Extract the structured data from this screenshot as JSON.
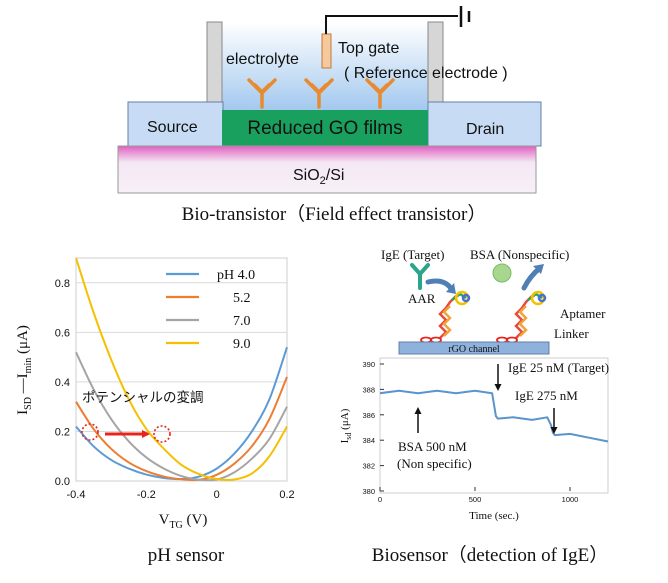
{
  "colors": {
    "electrolyte_top": "#ffffff",
    "electrolyte_bottom": "#9fc6ee",
    "channel": "#1aa05e",
    "electrode": "#c7dcf4",
    "substrate_edge": "#e060c0",
    "substrate": "#f4e8f4",
    "wall": "#d6d6d6",
    "gate": "#f6c89a",
    "aptamer": "#e88b2e",
    "arrow_red": "#e8231a",
    "trace_blue": "#5b94cc"
  },
  "device": {
    "electrolyte_label": "electrolyte",
    "gate_label": "Top gate",
    "gate_sub_label": "( Reference electrode )",
    "source_label": "Source",
    "channel_label": "Reduced GO films",
    "drain_label": "Drain",
    "substrate_label": "SiO",
    "substrate_sub": "2",
    "substrate_suffix": "/Si",
    "caption": "Bio-transistor（Field effect transistor）"
  },
  "ph_chart": {
    "caption": "pH sensor",
    "annotation": "ポテンシャルの変調",
    "ylabel": {
      "main": "I",
      "sub1": "SD",
      "mid": " —I",
      "sub2": "min",
      "unit": " (μA)"
    },
    "xlabel": {
      "main": "V",
      "sub": "TG",
      "unit": " (V)"
    }
  },
  "chart_data": [
    {
      "type": "line",
      "xlabel": "V_TG (V)",
      "ylabel": "I_SD —I_min (μA)",
      "xlim": [
        -0.4,
        0.2
      ],
      "ylim": [
        0,
        0.9
      ],
      "x_ticks": [
        "-0.4",
        "-0.2",
        "0",
        "0.2"
      ],
      "y_ticks": [
        "0.0",
        "0.2",
        "0.4",
        "0.6",
        "0.8"
      ],
      "legend_position": "top-right",
      "series": [
        {
          "name": "pH 4.0",
          "color": "#5b9bd5",
          "points": [
            [
              -0.4,
              0.22
            ],
            [
              -0.35,
              0.14
            ],
            [
              -0.3,
              0.085
            ],
            [
              -0.25,
              0.05
            ],
            [
              -0.2,
              0.026
            ],
            [
              -0.15,
              0.012
            ],
            [
              -0.1,
              0.008
            ],
            [
              -0.05,
              0.018
            ],
            [
              0.0,
              0.05
            ],
            [
              0.05,
              0.11
            ],
            [
              0.1,
              0.2
            ],
            [
              0.15,
              0.33
            ],
            [
              0.2,
              0.54
            ]
          ]
        },
        {
          "name": "5.2",
          "color": "#ed7d31",
          "points": [
            [
              -0.4,
              0.32
            ],
            [
              -0.35,
              0.21
            ],
            [
              -0.3,
              0.13
            ],
            [
              -0.25,
              0.075
            ],
            [
              -0.2,
              0.04
            ],
            [
              -0.15,
              0.018
            ],
            [
              -0.1,
              0.007
            ],
            [
              -0.05,
              0.005
            ],
            [
              0.0,
              0.025
            ],
            [
              0.05,
              0.07
            ],
            [
              0.1,
              0.14
            ],
            [
              0.15,
              0.25
            ],
            [
              0.2,
              0.42
            ]
          ]
        },
        {
          "name": "7.0",
          "color": "#a5a5a5",
          "points": [
            [
              -0.4,
              0.52
            ],
            [
              -0.35,
              0.37
            ],
            [
              -0.3,
              0.25
            ],
            [
              -0.25,
              0.16
            ],
            [
              -0.2,
              0.095
            ],
            [
              -0.15,
              0.05
            ],
            [
              -0.1,
              0.02
            ],
            [
              -0.05,
              0.005
            ],
            [
              0.0,
              0.006
            ],
            [
              0.05,
              0.035
            ],
            [
              0.1,
              0.09
            ],
            [
              0.15,
              0.17
            ],
            [
              0.2,
              0.3
            ]
          ]
        },
        {
          "name": "9.0",
          "color": "#f5c000",
          "points": [
            [
              -0.4,
              0.9
            ],
            [
              -0.35,
              0.68
            ],
            [
              -0.3,
              0.49
            ],
            [
              -0.25,
              0.33
            ],
            [
              -0.2,
              0.21
            ],
            [
              -0.15,
              0.13
            ],
            [
              -0.1,
              0.065
            ],
            [
              -0.05,
              0.028
            ],
            [
              0.0,
              0.008
            ],
            [
              0.05,
              0.006
            ],
            [
              0.1,
              0.03
            ],
            [
              0.15,
              0.1
            ],
            [
              0.2,
              0.22
            ]
          ]
        }
      ]
    },
    {
      "type": "line",
      "xlabel": "Time (sec.)",
      "ylabel": "I_sd (μA)",
      "xlim": [
        0,
        1200
      ],
      "ylim": [
        380,
        390
      ],
      "x_ticks": [
        "0",
        "500",
        "1000"
      ],
      "y_ticks": [
        "380",
        "382",
        "384",
        "386",
        "388",
        "390"
      ],
      "annotations": [
        "BSA 500 nM",
        "(Non specific)",
        "IgE  25 nM (Target)",
        "IgE  275 nM"
      ],
      "series": [
        {
          "name": "",
          "color": "#5b94cc",
          "points": [
            [
              0,
              387.7
            ],
            [
              100,
              387.9
            ],
            [
              200,
              387.7
            ],
            [
              300,
              387.9
            ],
            [
              400,
              387.7
            ],
            [
              500,
              387.9
            ],
            [
              590,
              387.7
            ],
            [
              600,
              386.8
            ],
            [
              610,
              385.9
            ],
            [
              620,
              385.7
            ],
            [
              700,
              385.8
            ],
            [
              800,
              385.6
            ],
            [
              880,
              385.8
            ],
            [
              900,
              385.2
            ],
            [
              910,
              384.6
            ],
            [
              920,
              384.4
            ],
            [
              1000,
              384.5
            ],
            [
              1100,
              384.2
            ],
            [
              1200,
              383.9
            ]
          ]
        }
      ]
    }
  ],
  "bio": {
    "caption": "Biosensor（detection of IgE）",
    "ige_label": "IgE (Target)",
    "bsa_label": "BSA (Nonspecific)",
    "aar_label": "AAR",
    "aptamer_label": "Aptamer",
    "linker_label": "Linker",
    "channel_label": "rGO channel",
    "ylabel": {
      "main": "I",
      "sub": "sd",
      "unit": " (μA)"
    },
    "xlabel": "Time (sec.)",
    "ann_bsa_1": "BSA 500 nM",
    "ann_bsa_2": "(Non specific)",
    "ann_ige25": "IgE  25 nM (Target)",
    "ann_ige275": "IgE  275 nM"
  }
}
